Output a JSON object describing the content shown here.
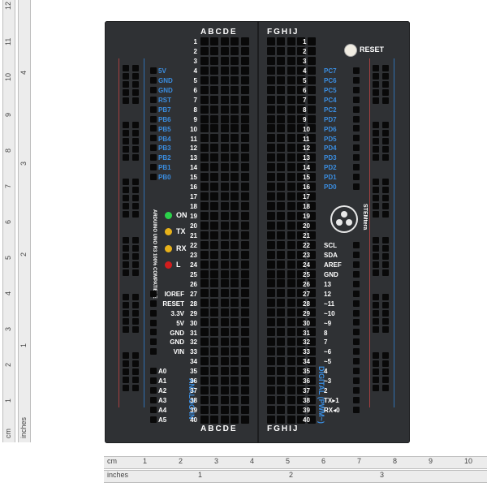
{
  "board": {
    "columns_left": "ABCDE",
    "columns_right": "FGHIJ",
    "rows": [
      "1",
      "2",
      "3",
      "4",
      "5",
      "6",
      "7",
      "8",
      "9",
      "10",
      "11",
      "12",
      "13",
      "14",
      "15",
      "16",
      "17",
      "18",
      "19",
      "20",
      "21",
      "22",
      "23",
      "24",
      "25",
      "26",
      "27",
      "28",
      "29",
      "30",
      "31",
      "32",
      "33",
      "34",
      "35",
      "36",
      "37",
      "38",
      "39",
      "40"
    ],
    "reset_label": "RESET",
    "compat_text": "ARDUINO UNO R3 100% COMPATIBLE",
    "brand_text": "STEMtera",
    "analog_text": "ANALOG IN",
    "digital_text": "DIGITAL (PWM~)"
  },
  "left_pins_top": [
    {
      "label": "5V",
      "color": "blue"
    },
    {
      "label": "GND",
      "color": "blue"
    },
    {
      "label": "GND",
      "color": "blue"
    },
    {
      "label": "RST",
      "color": "blue"
    },
    {
      "label": "PB7",
      "color": "blue"
    },
    {
      "label": "PB6",
      "color": "blue"
    },
    {
      "label": "PB5",
      "color": "blue"
    },
    {
      "label": "PB4",
      "color": "blue"
    },
    {
      "label": "PB3",
      "color": "blue"
    },
    {
      "label": "PB2",
      "color": "blue"
    },
    {
      "label": "PB1",
      "color": "blue"
    },
    {
      "label": "PB0",
      "color": "blue"
    }
  ],
  "leds": [
    {
      "label": "ON",
      "color": "#2bd14a"
    },
    {
      "label": "TX",
      "color": "#e8b21a"
    },
    {
      "label": "RX",
      "color": "#e8b21a"
    },
    {
      "label": "L",
      "color": "#d11d1d"
    }
  ],
  "left_pins_power": [
    "IOREF",
    "RESET",
    "3.3V",
    "5V",
    "GND",
    "GND",
    "VIN"
  ],
  "left_pins_analog": [
    "A0",
    "A1",
    "A2",
    "A3",
    "A4",
    "A5"
  ],
  "right_pins_top": [
    "PC7",
    "PC6",
    "PC5",
    "PC4",
    "PC2",
    "PD7",
    "PD6",
    "PD5",
    "PD4",
    "PD3",
    "PD2",
    "PD1",
    "PD0"
  ],
  "right_pins_digital": [
    "SCL",
    "SDA",
    "AREF",
    "GND",
    "13",
    "12",
    "~11",
    "~10",
    "~9",
    "8",
    "7",
    "~6",
    "~5",
    "4",
    "~3",
    "2",
    "TX▸1",
    "RX◂0"
  ],
  "ruler_bottom_cm": [
    "cm",
    "1",
    "2",
    "3",
    "4",
    "5",
    "6",
    "7",
    "8",
    "9",
    "10"
  ],
  "ruler_bottom_in": [
    "inches",
    "1",
    "2",
    "3"
  ],
  "ruler_left_cm": [
    "cm",
    "1",
    "2",
    "3",
    "4",
    "5",
    "6",
    "7",
    "8",
    "9",
    "10",
    "11",
    "12"
  ],
  "ruler_left_in": [
    "inches",
    "1",
    "2",
    "3",
    "4"
  ]
}
